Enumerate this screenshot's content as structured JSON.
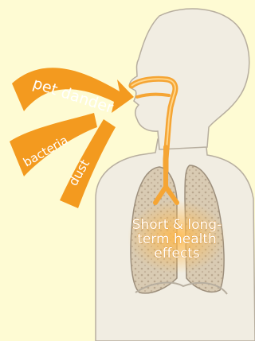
{
  "arrow_labels": {
    "pet_dander": "pet dander",
    "bacteria": "bacteria",
    "dust": "dust"
  },
  "effects": {
    "line1": "Short & long-",
    "line2": "term health",
    "line3": "effects"
  },
  "colors": {
    "background": "#fefbd3",
    "arrow": "#f39a1f",
    "body_fill": "#f1ede2",
    "body_stroke": "#b7ae9f",
    "lung_fill": "#d8c8ad",
    "airway": "#f5a534"
  }
}
